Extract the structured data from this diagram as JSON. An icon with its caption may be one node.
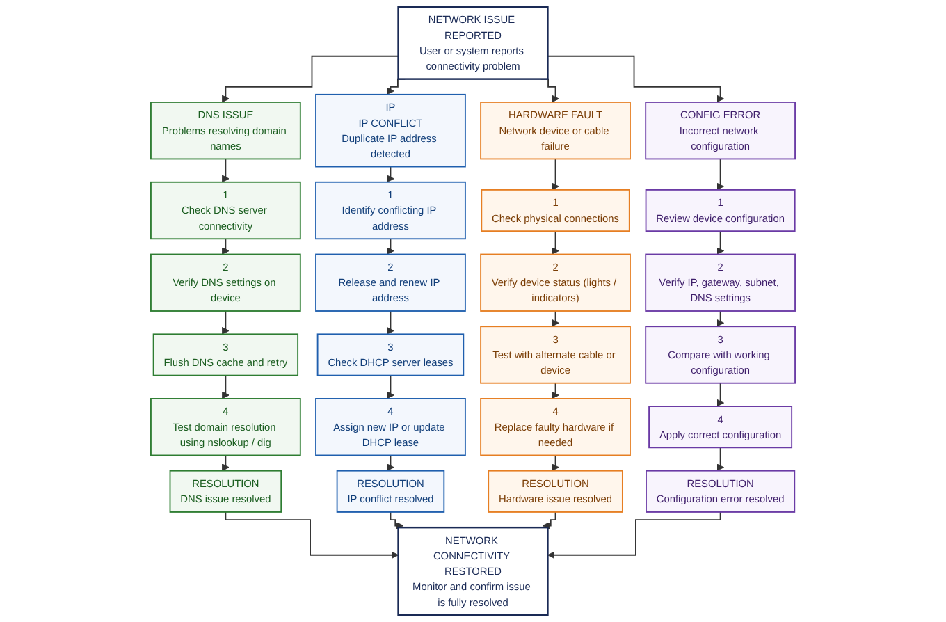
{
  "diagram": {
    "nodes": [
      {
        "text": [
          "NETWORK ISSUE REPORTED",
          "User or system reports connectivity problem"
        ]
      },
      {
        "text": [
          "DNS ISSUE",
          "Problems resolving domain names"
        ]
      },
      {
        "text": [
          "1",
          "Check DNS server connectivity"
        ]
      },
      {
        "text": [
          "2",
          "Verify DNS settings on device"
        ]
      },
      {
        "text": [
          "3",
          "Flush DNS cache and retry"
        ]
      },
      {
        "text": [
          "4",
          "Test domain resolution using nslookup / dig"
        ]
      },
      {
        "text": [
          "RESOLUTION",
          "DNS issue resolved"
        ]
      },
      {
        "text": [
          "IP",
          "IP CONFLICT",
          "Duplicate IP address detected"
        ]
      },
      {
        "text": [
          "1",
          "Identify conflicting IP address"
        ]
      },
      {
        "text": [
          "2",
          "Release and renew IP address"
        ]
      },
      {
        "text": [
          "3",
          "Check DHCP server leases"
        ]
      },
      {
        "text": [
          "4",
          "Assign new IP or update DHCP lease"
        ]
      },
      {
        "text": [
          "RESOLUTION",
          "IP conflict resolved"
        ]
      },
      {
        "text": [
          "HARDWARE FAULT",
          "Network device or cable failure"
        ]
      },
      {
        "text": [
          "1",
          "Check physical connections"
        ]
      },
      {
        "text": [
          "2",
          "Verify device status (lights / indicators)"
        ]
      },
      {
        "text": [
          "3",
          "Test with alternate cable or device"
        ]
      },
      {
        "text": [
          "4",
          "Replace faulty hardware if needed"
        ]
      },
      {
        "text": [
          "RESOLUTION",
          "Hardware issue resolved"
        ]
      },
      {
        "text": [
          "CONFIG ERROR",
          "Incorrect network configuration"
        ]
      },
      {
        "text": [
          "1",
          "Review device configuration"
        ]
      },
      {
        "text": [
          "2",
          "Verify IP, gateway, subnet, DNS settings"
        ]
      },
      {
        "text": [
          "3",
          "Compare with working configuration"
        ]
      },
      {
        "text": [
          "4",
          "Apply correct configuration"
        ]
      },
      {
        "text": [
          "RESOLUTION",
          "Configuration error resolved"
        ]
      },
      {
        "text": [
          "NETWORK CONNECTIVITY RESTORED",
          "Monitor and confirm issue is fully resolved"
        ]
      }
    ],
    "edges": [
      {
        "from": 0,
        "to": 1,
        "arrow": "to"
      },
      {
        "from": 0,
        "to": 7,
        "arrow": "to"
      },
      {
        "from": 0,
        "to": 13,
        "arrow": "to"
      },
      {
        "from": 0,
        "to": 19,
        "arrow": "to"
      },
      {
        "from": 1,
        "to": 2,
        "arrow": "to"
      },
      {
        "from": 2,
        "to": 3,
        "arrow": "to"
      },
      {
        "from": 3,
        "to": 4,
        "arrow": "to"
      },
      {
        "from": 4,
        "to": 5,
        "arrow": "to"
      },
      {
        "from": 5,
        "to": 6,
        "arrow": "to"
      },
      {
        "from": 7,
        "to": 8,
        "arrow": "to"
      },
      {
        "from": 8,
        "to": 9,
        "arrow": "to"
      },
      {
        "from": 9,
        "to": 10,
        "arrow": "to"
      },
      {
        "from": 10,
        "to": 11,
        "arrow": "to"
      },
      {
        "from": 11,
        "to": 12,
        "arrow": "to"
      },
      {
        "from": 13,
        "to": 14,
        "arrow": "to"
      },
      {
        "from": 14,
        "to": 15,
        "arrow": "to"
      },
      {
        "from": 15,
        "to": 16,
        "arrow": "to"
      },
      {
        "from": 16,
        "to": 17,
        "arrow": "to"
      },
      {
        "from": 17,
        "to": 18,
        "arrow": "to"
      },
      {
        "from": 19,
        "to": 20,
        "arrow": "to"
      },
      {
        "from": 20,
        "to": 21,
        "arrow": "to"
      },
      {
        "from": 21,
        "to": 22,
        "arrow": "to"
      },
      {
        "from": 22,
        "to": 23,
        "arrow": "to"
      },
      {
        "from": 23,
        "to": 24,
        "arrow": "to"
      },
      {
        "from": 6,
        "to": 25,
        "arrow": "to"
      },
      {
        "from": 12,
        "to": 25,
        "arrow": "to"
      },
      {
        "from": 18,
        "to": 25,
        "arrow": "to"
      },
      {
        "from": 24,
        "to": 25,
        "arrow": "to"
      }
    ]
  }
}
